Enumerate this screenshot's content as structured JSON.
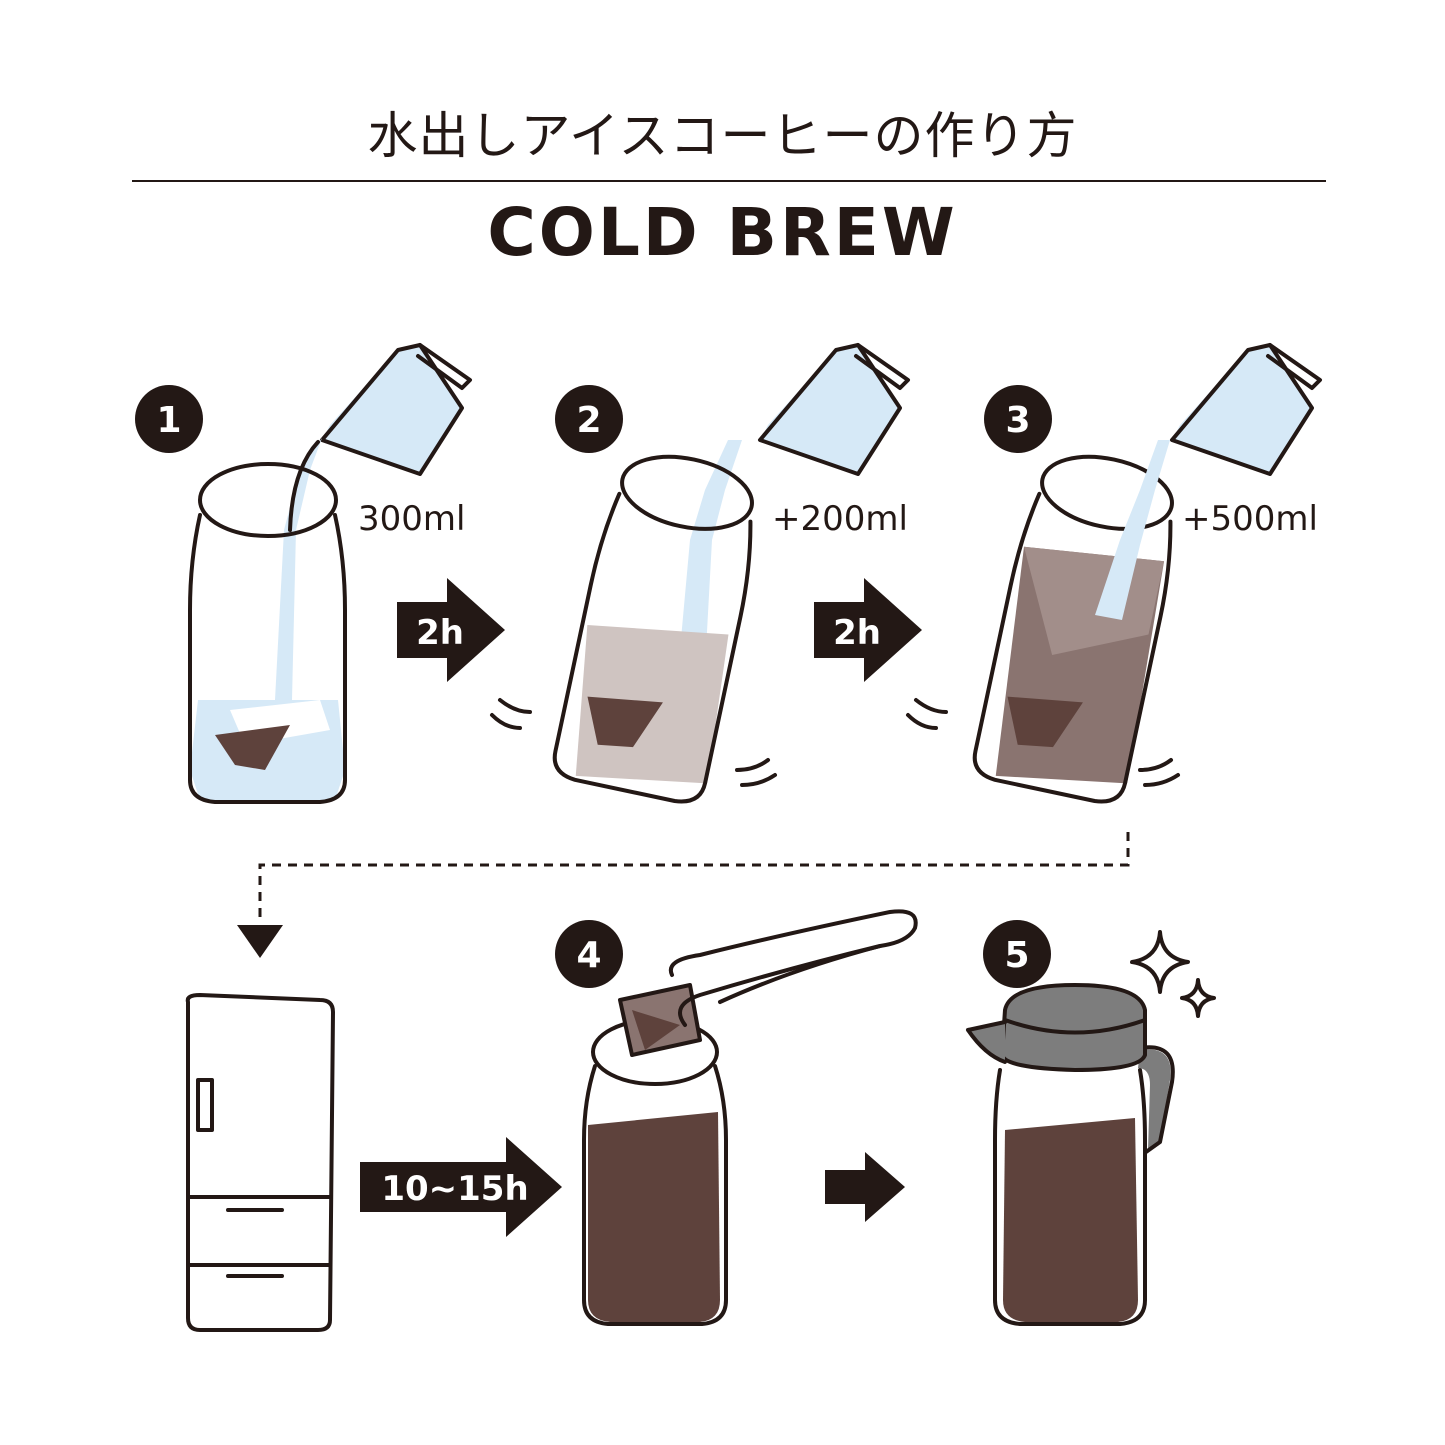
{
  "title_jp": "水出しアイスコーヒーの作り方",
  "title_en": "COLD BREW",
  "steps": {
    "s1": {
      "number": "1",
      "amount": "300ml"
    },
    "s2": {
      "number": "2",
      "amount": "+200ml"
    },
    "s3": {
      "number": "3",
      "amount": "+500ml"
    },
    "s4": {
      "number": "4"
    },
    "s5": {
      "number": "5"
    }
  },
  "arrows": {
    "a1": "2h",
    "a2": "2h",
    "a3": "10~15h"
  },
  "colors": {
    "ink": "#231815",
    "water": "#d6e9f7",
    "coffee_light": "#cfc4c1",
    "coffee_mid": "#8a7470",
    "coffee_dark": "#5e423c",
    "pack": "#5e423c",
    "lid": "#7d7d7d"
  }
}
